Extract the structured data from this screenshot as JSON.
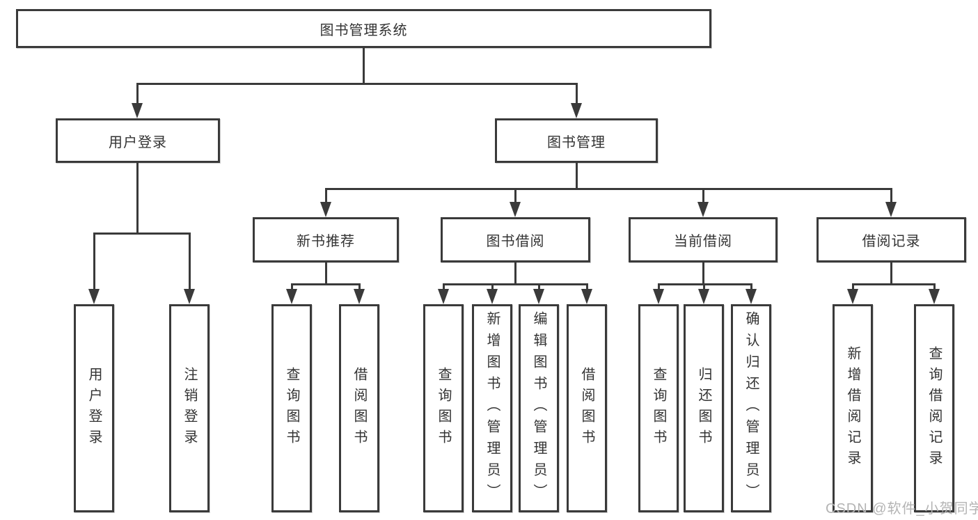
{
  "tree": {
    "label": "图书管理系统",
    "children": [
      {
        "label": "用户登录",
        "children": [
          {
            "label": "用户登录"
          },
          {
            "label": "注销登录"
          }
        ]
      },
      {
        "label": "图书管理",
        "children": [
          {
            "label": "新书推荐",
            "children": [
              {
                "label": "查询图书"
              },
              {
                "label": "借阅图书"
              }
            ]
          },
          {
            "label": "图书借阅",
            "children": [
              {
                "label": "查询图书"
              },
              {
                "label": "新增图书（管理员）"
              },
              {
                "label": "编辑图书（管理员）"
              },
              {
                "label": "借阅图书"
              }
            ]
          },
          {
            "label": "当前借阅",
            "children": [
              {
                "label": "查询图书"
              },
              {
                "label": "归还图书"
              },
              {
                "label": "确认归还（管理员）"
              }
            ]
          },
          {
            "label": "借阅记录",
            "children": [
              {
                "label": "新增借阅记录"
              },
              {
                "label": "查询借阅记录"
              }
            ]
          }
        ]
      }
    ]
  },
  "watermark": {
    "text": "CSDN @软件_小贺同学"
  },
  "colors": {
    "line": "#3a3a3a",
    "text": "#333333",
    "watermark": "#b4b4b4",
    "background": "#ffffff"
  }
}
